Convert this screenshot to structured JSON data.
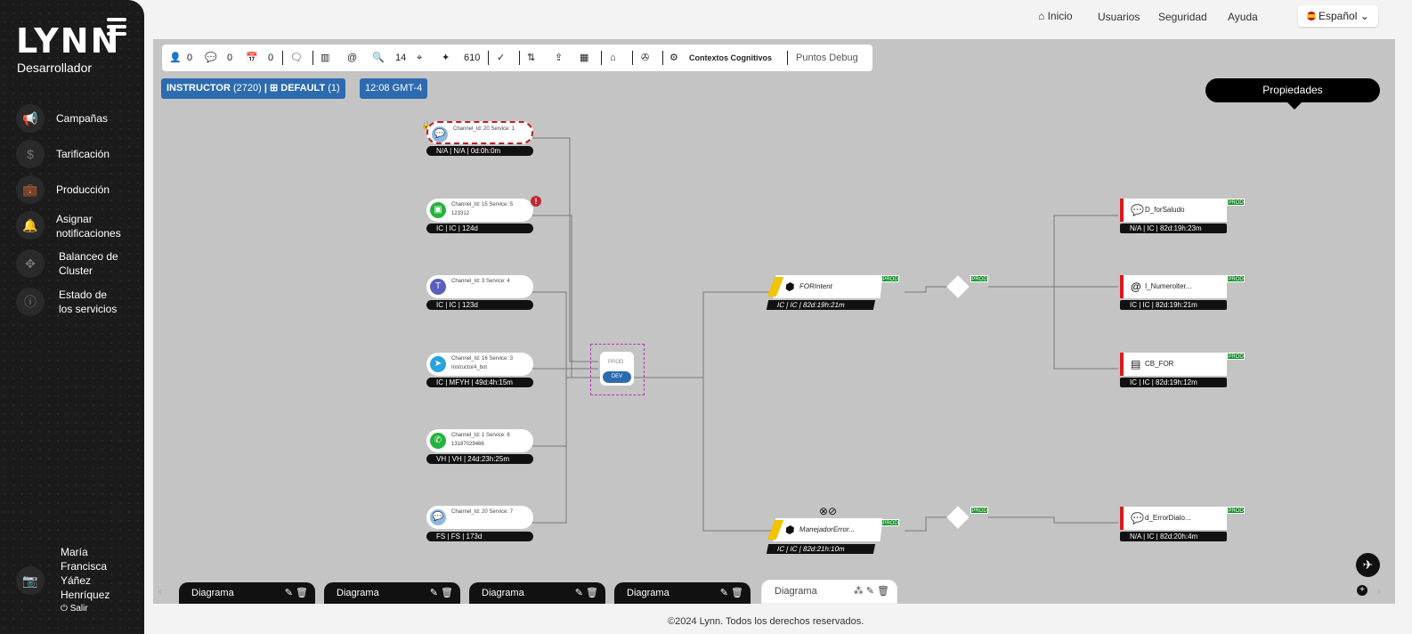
{
  "app": {
    "logo": "LYNN",
    "role": "Desarrollador",
    "footer": "©2024 Lynn. Todos los derechos reservados."
  },
  "sidebar": {
    "items": [
      {
        "label": "Campañas",
        "icon": "megaphone-icon",
        "glyph": "📢"
      },
      {
        "label": "Tarificación",
        "icon": "dollar-icon",
        "glyph": "$"
      },
      {
        "label": "Producción",
        "icon": "briefcase-icon",
        "glyph": "💼"
      },
      {
        "label": "Asignar notificaciones",
        "icon": "notification-icon",
        "glyph": "🔔"
      },
      {
        "label": "Balanceo de Cluster",
        "icon": "cluster-icon",
        "glyph": "✥"
      },
      {
        "label": "Estado de los servicios",
        "icon": "info-icon",
        "glyph": "ⓘ"
      }
    ],
    "user": "María Francisca Yáñez Henríquez",
    "logout": "Salir"
  },
  "topnav": {
    "inicio": "Inicio",
    "usuarios": "Usuarios",
    "seguridad": "Seguridad",
    "ayuda": "Ayuda",
    "language": "Español"
  },
  "toolbar": {
    "c1": "0",
    "c2": "0",
    "c3": "0",
    "search_count": "14",
    "count2": "610",
    "contextos": "Contextos Cognitivos",
    "debug": "Puntos Debug"
  },
  "badges": {
    "instructor": "INSTRUCTOR",
    "instructor_id": "(2720)",
    "sep": "|",
    "bot": "DEFAULT",
    "bot_count": "(1)",
    "time": "12:08 GMT-4"
  },
  "properties": "Propiedades",
  "channels": [
    {
      "t1": "Channel_Id: 20 Service: 1",
      "t2": "",
      "bar": "N/A | N/A | 0d:0h:0m",
      "color": "#8fb8e0",
      "glyph": "💬"
    },
    {
      "t1": "Channel_Id: 15 Service: 5",
      "t2": "123312",
      "bar": "IC | IC | 124d",
      "color": "#25b33b",
      "glyph": "▣"
    },
    {
      "t1": "Channel_Id: 3 Service: 4",
      "t2": "",
      "bar": "IC | IC | 123d",
      "color": "#5a5fbd",
      "glyph": "T"
    },
    {
      "t1": "Channel_Id: 16 Service: 3",
      "t2": "Instructor4_bot",
      "bar": "IC | MFYH | 49d:4h:15m",
      "color": "#2aa3dd",
      "glyph": "➤"
    },
    {
      "t1": "Channel_Id: 1 Service: 6",
      "t2": "13187029466",
      "bar": "VH | VH | 24d:23h:25m",
      "color": "#25b33b",
      "glyph": "✆"
    },
    {
      "t1": "Channel_Id: 20 Service: 7",
      "t2": "",
      "bar": "FS | FS | 173d",
      "color": "#8fb8e0",
      "glyph": "💬"
    }
  ],
  "switch": {
    "prod": "PROD",
    "dev": "DEV"
  },
  "intents": [
    {
      "label": "FORIntent",
      "bar": "IC | IC | 82d:19h:21m"
    },
    {
      "label": "ManejadorError...",
      "bar": "IC | IC | 82d:21h:10m"
    }
  ],
  "prod_label": "PROD",
  "outputs": [
    {
      "label": "D_forSaludo",
      "bar": "N/A | IC | 82d:19h:23m",
      "glyph": "💬"
    },
    {
      "label": "I_Numerolter...",
      "bar": "IC | IC | 82d:19h:21m",
      "glyph": "@"
    },
    {
      "label": "CB_FOR",
      "bar": "IC | IC | 82d:19h:12m",
      "glyph": "▤"
    },
    {
      "label": "d_ErrorDialo...",
      "bar": "N/A | IC | 82d:20h:4m",
      "glyph": "💬"
    }
  ],
  "tabs": [
    {
      "label": "Diagrama"
    },
    {
      "label": "Diagrama"
    },
    {
      "label": "Diagrama"
    },
    {
      "label": "Diagrama"
    },
    {
      "label": "Diagrama"
    }
  ]
}
